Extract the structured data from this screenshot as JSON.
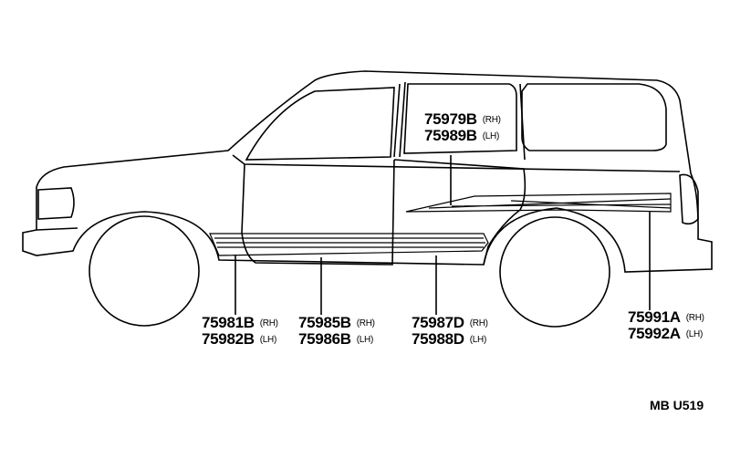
{
  "callouts": [
    {
      "rh": "75979B",
      "lh": "75989B",
      "rh_tag": "(RH)",
      "lh_tag": "(LH)"
    },
    {
      "rh": "75981B",
      "lh": "75982B",
      "rh_tag": "(RH)",
      "lh_tag": "(LH)"
    },
    {
      "rh": "75985B",
      "lh": "75986B",
      "rh_tag": "(RH)",
      "lh_tag": "(LH)"
    },
    {
      "rh": "75987D",
      "lh": "75988D",
      "rh_tag": "(RH)",
      "lh_tag": "(LH)"
    },
    {
      "rh": "75991A",
      "lh": "75992A",
      "rh_tag": "(RH)",
      "lh_tag": "(LH)"
    }
  ],
  "figure_code": "MB  U519"
}
